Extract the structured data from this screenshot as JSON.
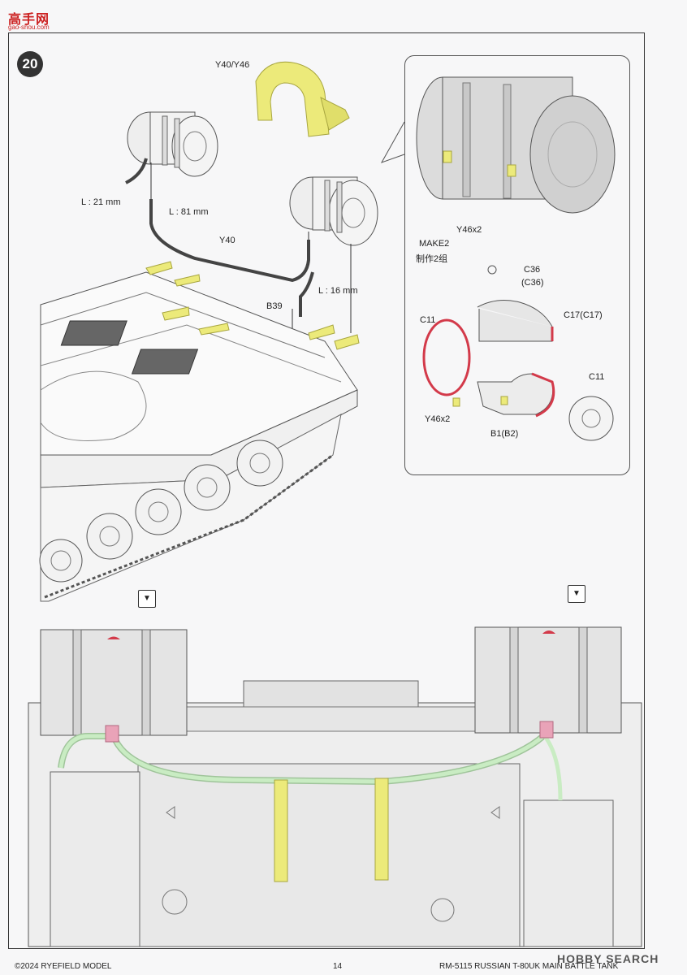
{
  "watermark_logo": {
    "text": "高手网",
    "url": "gao-shou.com"
  },
  "step": {
    "number": "20"
  },
  "labels": {
    "y40_y46": "Y40/Y46",
    "l21": "L : 21 mm",
    "l81": "L : 81 mm",
    "y40": "Y40",
    "l16": "L : 16 mm",
    "b39": "B39",
    "y46x2_top": "Y46x2",
    "make2": "MAKE2",
    "make2_cn": "制作2组",
    "c36": "C36",
    "c36_alt": "(C36)",
    "c11_left": "C11",
    "c17": "C17(C17)",
    "c11_right": "C11",
    "y46x2_bottom": "Y46x2",
    "b1": "B1(B2)"
  },
  "footer": {
    "copyright": "©2024 RYEFIELD MODEL",
    "page": "14",
    "title": "RM-5115 RUSSIAN T-80UK MAIN BATTLE TANK"
  },
  "site_watermark": "HOBBY SEARCH",
  "colors": {
    "accent_yellow": "#ecea7a",
    "pipe_green": "#c9ecc3",
    "pink": "#e9a3b8",
    "red": "#d33a4a"
  }
}
